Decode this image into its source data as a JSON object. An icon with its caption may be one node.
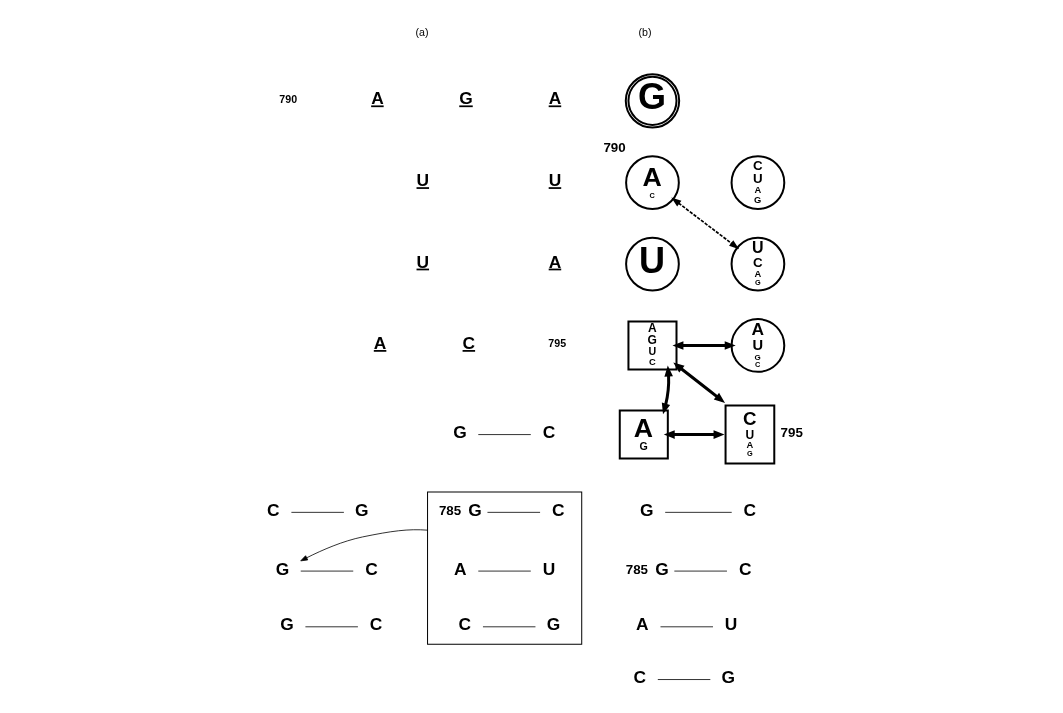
{
  "diagram": {
    "nodes": [
      {
        "text": [
          "G"
        ]
      },
      {
        "text": [
          "C"
        ]
      },
      {
        "text": [],
        "shape": "box"
      },
      {
        "text": [
          "G"
        ],
        "in": 2,
        "beside": [
          "785"
        ]
      },
      {
        "text": [
          "C"
        ],
        "in": 2
      },
      {
        "text": [
          "A"
        ],
        "in": 2
      },
      {
        "text": [
          "U"
        ],
        "in": 2
      },
      {
        "text": [
          "C"
        ],
        "in": 2
      },
      {
        "text": [
          "G"
        ],
        "in": 2
      },
      {
        "text": [
          "C"
        ]
      },
      {
        "text": [
          "G"
        ]
      },
      {
        "text": [
          "G"
        ]
      },
      {
        "text": [
          "C"
        ]
      },
      {
        "text": [
          "G"
        ]
      },
      {
        "text": [
          "C"
        ]
      },
      {
        "text": [
          "A",
          "C"
        ],
        "beside": [
          "790"
        ]
      },
      {
        "text": [
          "G"
        ]
      },
      {
        "text": [
          "C",
          "U",
          "A",
          "G"
        ]
      },
      {
        "text": [
          "U"
        ]
      },
      {
        "text": [
          "U",
          "C",
          "A",
          "G"
        ]
      },
      {
        "text": [
          "A",
          "G",
          "U",
          "C"
        ]
      },
      {
        "text": [
          "A",
          "U",
          "G",
          "C"
        ]
      },
      {
        "text": [
          "A",
          "G"
        ]
      },
      {
        "text": [
          "C",
          "U",
          "A",
          "G"
        ],
        "beside": [
          "795"
        ]
      },
      {
        "text": [
          "G"
        ]
      },
      {
        "text": [
          "C"
        ]
      },
      {
        "text": [
          "G"
        ],
        "beside": [
          "785"
        ]
      },
      {
        "text": [
          "C"
        ]
      },
      {
        "text": [
          "A"
        ]
      },
      {
        "text": [
          "U"
        ]
      },
      {
        "text": [
          "C"
        ]
      },
      {
        "text": [
          "G"
        ]
      }
    ],
    "edges": [
      {
        "from": 0,
        "to": 1,
        "arrow": "none"
      },
      {
        "from": 3,
        "to": 4,
        "arrow": "none"
      },
      {
        "from": 5,
        "to": 6,
        "arrow": "none"
      },
      {
        "from": 7,
        "to": 8,
        "arrow": "none"
      },
      {
        "from": 9,
        "to": 10,
        "arrow": "none"
      },
      {
        "from": 11,
        "to": 12,
        "arrow": "none"
      },
      {
        "from": 13,
        "to": 14,
        "arrow": "none"
      },
      {
        "from": 2,
        "to": 11,
        "arrow": "to"
      },
      {
        "from": 15,
        "to": 19,
        "arrow": "both",
        "style": "dashed"
      },
      {
        "from": 20,
        "to": 21,
        "arrow": "both",
        "style": "thick"
      },
      {
        "from": 20,
        "to": 23,
        "arrow": "both",
        "style": "thick"
      },
      {
        "from": 22,
        "to": 23,
        "arrow": "both",
        "style": "thick"
      },
      {
        "from": 20,
        "to": 22,
        "arrow": "both",
        "style": "thick"
      },
      {
        "from": 24,
        "to": 25,
        "arrow": "none"
      },
      {
        "from": 26,
        "to": 27,
        "arrow": "none"
      },
      {
        "from": 28,
        "to": 29,
        "arrow": "none"
      },
      {
        "from": 30,
        "to": 31,
        "arrow": "none"
      }
    ],
    "labels": [
      "(a)",
      "790",
      "A",
      "G",
      "A",
      "U",
      "U",
      "U",
      "A",
      "A",
      "C",
      "795",
      "(b)"
    ]
  }
}
